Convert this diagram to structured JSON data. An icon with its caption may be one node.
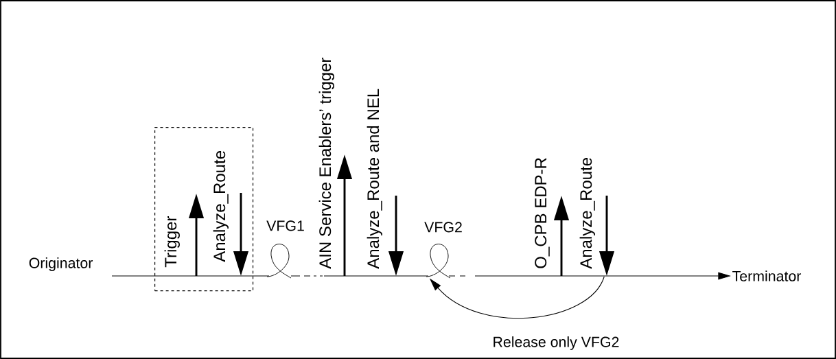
{
  "diagram": {
    "nodes": [
      {
        "text": [
          "Originator"
        ]
      },
      {
        "text": [],
        "shape": "box"
      },
      {
        "text": [
          "Trigger"
        ],
        "in": 1
      },
      {
        "text": [
          "Analyze_Route"
        ],
        "in": 1
      },
      {
        "text": [
          "VFG1"
        ]
      },
      {
        "text": [
          "AIN Service Enablers’ trigger"
        ]
      },
      {
        "text": [
          "Analyze_Route and NEL"
        ]
      },
      {
        "text": [
          "VFG2"
        ]
      },
      {
        "text": [
          "O_CPB EDP-R"
        ]
      },
      {
        "text": [
          "Analyze_Route"
        ]
      },
      {
        "text": [
          "Terminator"
        ]
      }
    ],
    "edges": [
      {
        "from": 0,
        "to": 10,
        "arrow": "to",
        "style": "dashed"
      },
      {
        "from": 9,
        "to": 7,
        "arrow": "to",
        "label": "Release only VFG2"
      },
      {
        "from": null,
        "to": 2,
        "arrow": "to"
      },
      {
        "from": null,
        "to": 3,
        "arrow": "to"
      },
      {
        "from": null,
        "to": 5,
        "arrow": "to"
      },
      {
        "from": null,
        "to": 6,
        "arrow": "to"
      },
      {
        "from": null,
        "to": 8,
        "arrow": "to"
      },
      {
        "from": null,
        "to": 9,
        "arrow": "to"
      }
    ]
  }
}
